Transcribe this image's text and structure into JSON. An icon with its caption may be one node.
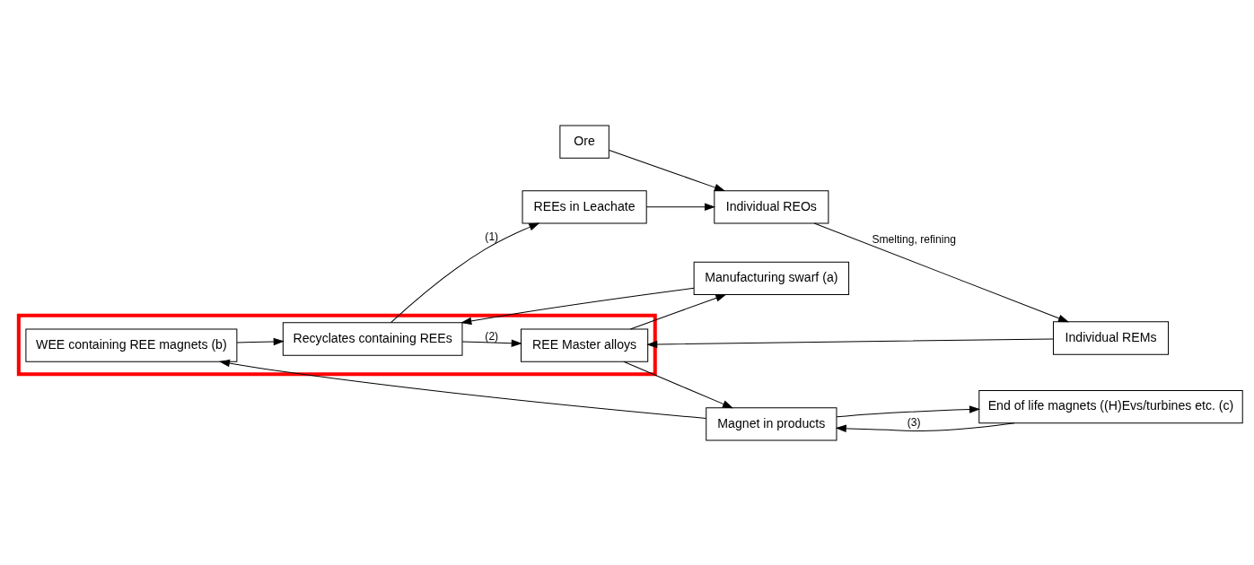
{
  "diagram": {
    "nodes": [
      {
        "text": [
          "Manufacturing swarf (a)"
        ]
      },
      {
        "text": [],
        "shape": "box"
      },
      {
        "text": [
          "WEE containing REE magnets (b)"
        ],
        "in": 1
      },
      {
        "text": [
          "Recyclates containing REEs"
        ],
        "in": 1
      },
      {
        "text": [
          "REEs in Leachate"
        ]
      },
      {
        "text": [
          "End of life magnets ((H)Evs/turbines etc. (c)"
        ]
      },
      {
        "text": [
          "Individual REOs"
        ]
      },
      {
        "text": [
          "Ore"
        ]
      },
      {
        "text": [
          "Magnet in products"
        ]
      },
      {
        "text": [
          "REE Master alloys"
        ],
        "in": 1
      },
      {
        "text": [
          "Individual REMs"
        ]
      }
    ],
    "edges": [
      {
        "from": 0,
        "to": 3,
        "arrow": "to"
      },
      {
        "from": 2,
        "to": 3,
        "arrow": "to"
      },
      {
        "from": 3,
        "to": 4,
        "arrow": "to",
        "label": "(1)"
      },
      {
        "from": 4,
        "to": 6,
        "arrow": "to"
      },
      {
        "from": 7,
        "to": 6,
        "arrow": "to"
      },
      {
        "from": 6,
        "to": 10,
        "arrow": "to",
        "label": "Smelting, refining"
      },
      {
        "from": 10,
        "to": 9,
        "arrow": "to"
      },
      {
        "from": 3,
        "to": 9,
        "arrow": "to",
        "label": "(2)"
      },
      {
        "from": 9,
        "to": 8,
        "arrow": "to"
      },
      {
        "from": 5,
        "to": 8,
        "arrow": "to",
        "label": "(3)"
      },
      {
        "from": 8,
        "to": 5,
        "arrow": "to"
      },
      {
        "from": 8,
        "to": 2,
        "arrow": "to"
      },
      {
        "from": 9,
        "to": 0,
        "arrow": "to"
      }
    ]
  }
}
